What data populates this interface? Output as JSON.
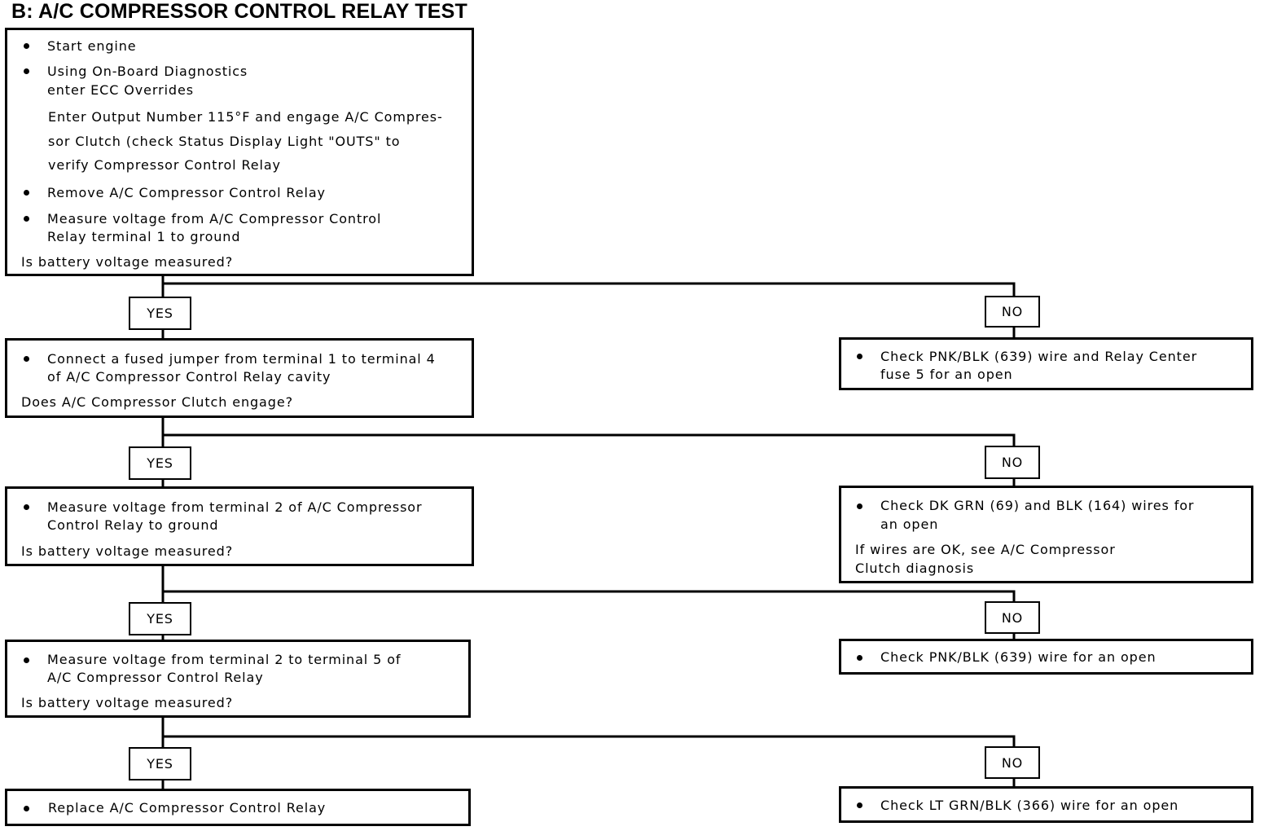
{
  "title": "B: A/C COMPRESSOR CONTROL RELAY TEST",
  "labels": {
    "yes": "YES",
    "no": "NO"
  },
  "steps": {
    "s1": {
      "b1": "Start engine",
      "b2a": "Using On-Board Diagnostics",
      "b2b": "enter ECC Overrides",
      "p1": "Enter Output Number 115°F and engage A/C Compres-",
      "p2": "sor  Clutch  (check  Status  Display  Light  \"OUTS\"  to",
      "p3": "verify Compressor Control Relay",
      "b3": "Remove A/C Compressor Control Relay",
      "b4a": "Measure voltage from A/C Compressor Control",
      "b4b": "Relay terminal 1 to ground",
      "q": "Is battery voltage measured?"
    },
    "n1": {
      "a": "Check PNK/BLK (639) wire and Relay Center",
      "b": "fuse 5 for an open"
    },
    "s2": {
      "a": "Connect a fused jumper from terminal 1 to terminal 4",
      "b": "of A/C Compressor Control Relay cavity",
      "q": "Does A/C Compressor Clutch engage?"
    },
    "n2": {
      "a": "Check DK GRN (69) and BLK (164) wires for",
      "b": "an open",
      "c": "If wires are OK, see A/C Compressor",
      "d": "Clutch diagnosis"
    },
    "s3": {
      "a": "Measure voltage from terminal 2 of A/C Compressor",
      "b": "Control Relay to ground",
      "q": "Is battery voltage measured?"
    },
    "n3": {
      "a": "Check PNK/BLK (639) wire for an open"
    },
    "s4": {
      "a": "Measure voltage from terminal 2 to terminal 5 of",
      "b": "A/C Compressor Control Relay",
      "q": "Is battery voltage measured?"
    },
    "n4": {
      "a": "Check LT GRN/BLK (366) wire for an open"
    },
    "y4": {
      "a": "Replace A/C Compressor Control Relay"
    }
  }
}
